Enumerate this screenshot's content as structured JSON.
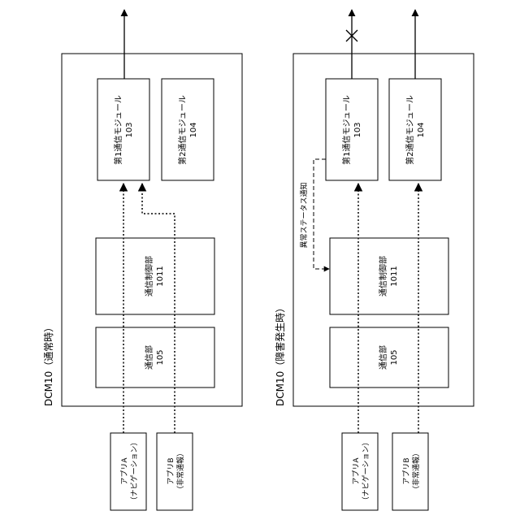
{
  "left_panel": {
    "title": "DCM10（通常時）",
    "module1": {
      "name": "第1通信モジュール",
      "id": "103"
    },
    "module2": {
      "name": "第2通信モジュール",
      "id": "104"
    },
    "ctrl": {
      "name": "通信制御部",
      "id": "1011"
    },
    "comm": {
      "name": "通信部",
      "id": "105"
    },
    "app_a": {
      "line1": "アプリA",
      "line2": "（ナビゲーション）"
    },
    "app_b": {
      "line1": "アプリB",
      "line2": "（非常通報）"
    }
  },
  "right_panel": {
    "title": "DCM10（障害発生時）",
    "module1": {
      "name": "第1通信モジュール",
      "id": "103"
    },
    "module2": {
      "name": "第2通信モジュール",
      "id": "104"
    },
    "ctrl": {
      "name": "通信制御部",
      "id": "1011"
    },
    "comm": {
      "name": "通信部",
      "id": "105"
    },
    "app_a": {
      "line1": "アプリA",
      "line2": "（ナビゲーション）"
    },
    "app_b": {
      "line1": "アプリB",
      "line2": "（非常通報）"
    },
    "notice": "異常ステータス通知"
  }
}
